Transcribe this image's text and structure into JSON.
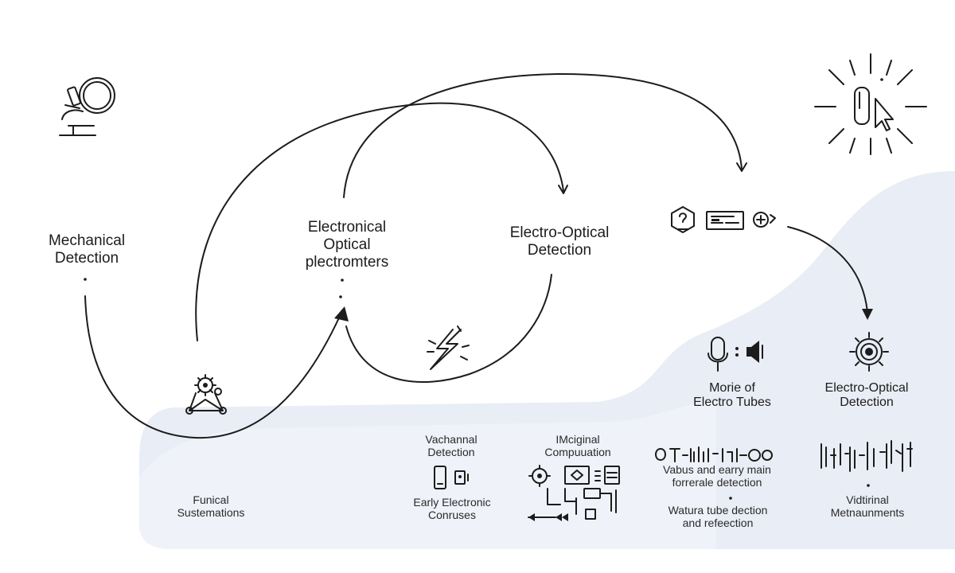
{
  "nodes": {
    "mechanical": [
      "Mechanical",
      "Detection"
    ],
    "electronical": [
      "Electronical",
      "Optical",
      "plectromters"
    ],
    "electro_optical_top": [
      "Electro-Optical",
      "Detection"
    ],
    "morie": [
      "Morie of",
      "Electro Tubes"
    ],
    "electro_optical_right": [
      "Electro-Optical",
      "Detection"
    ]
  },
  "panel": {
    "funical": [
      "Funical",
      "Sustemations"
    ],
    "vachannal": [
      "Vachannal",
      "Detection"
    ],
    "early_electronic": [
      "Early Electronic",
      "Conruses"
    ],
    "imciginal": [
      "IMciginal",
      "Compuuation"
    ],
    "vabus": [
      "Vabus and earry main",
      "forrerale detection"
    ],
    "watura": [
      "Watura tube dection",
      "and refeection"
    ],
    "vidtirinal": [
      "Vidtirinal",
      "Metnaunments"
    ]
  },
  "colors": {
    "ink": "#1c1c1c",
    "panel": "#e9edf5",
    "panel_light": "#f1f4f9"
  },
  "icons": [
    "microscope-icon",
    "light-burst-icon",
    "gear-network-icon",
    "lightning-icon",
    "device-strip-icon",
    "microphone-speaker-icon",
    "optical-sensor-icon",
    "phone-devices-icon",
    "computation-hardware-icon",
    "waveform-glyphs-icon",
    "measurement-signal-icon"
  ]
}
